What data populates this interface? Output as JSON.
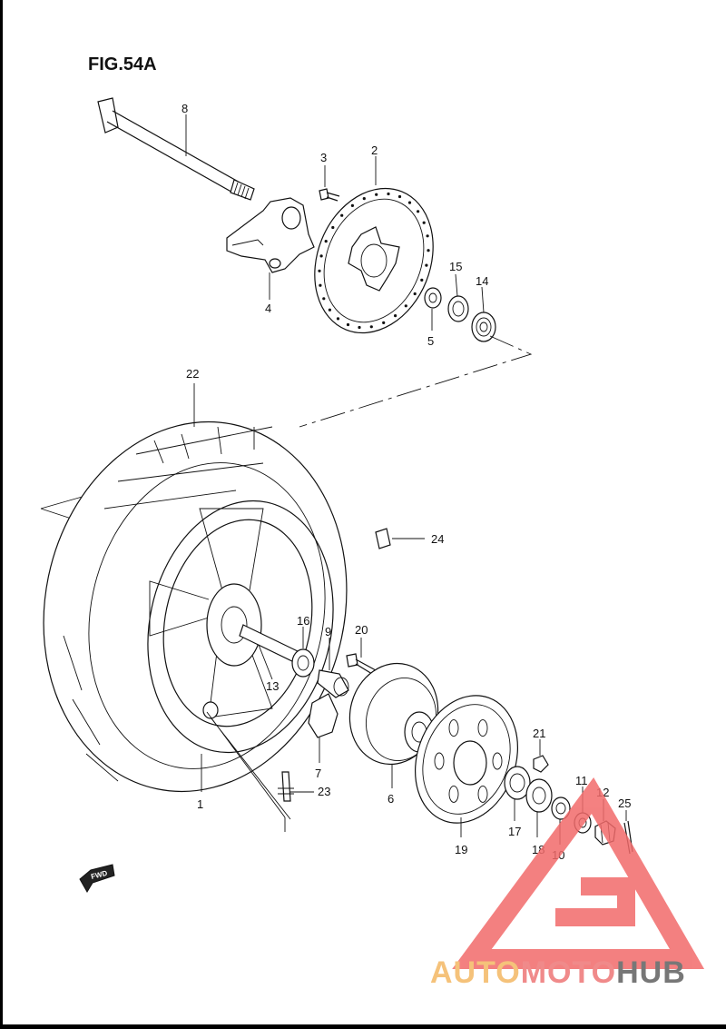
{
  "figure_title": "FIG.54A",
  "fwd_label": "FWD",
  "labels": {
    "p1": "1",
    "p2": "2",
    "p3": "3",
    "p4": "4",
    "p5": "5",
    "p6": "6",
    "p7": "7",
    "p8": "8",
    "p9": "9",
    "p10": "10",
    "p11": "11",
    "p12": "12",
    "p13": "13",
    "p14": "14",
    "p15": "15",
    "p16": "16",
    "p17": "17",
    "p18": "18",
    "p19": "19",
    "p20": "20",
    "p21": "21",
    "p22": "22",
    "p23": "23",
    "p24": "24",
    "p25": "25"
  },
  "watermark": {
    "part1": "AUTO",
    "part2": "MOTO",
    "part3": "HUB",
    "color1": "#f5c27a",
    "color2": "#f08a8a",
    "color3": "#777777",
    "logo_color": "#f26b6b"
  },
  "highlight_color": "#e55a5a"
}
